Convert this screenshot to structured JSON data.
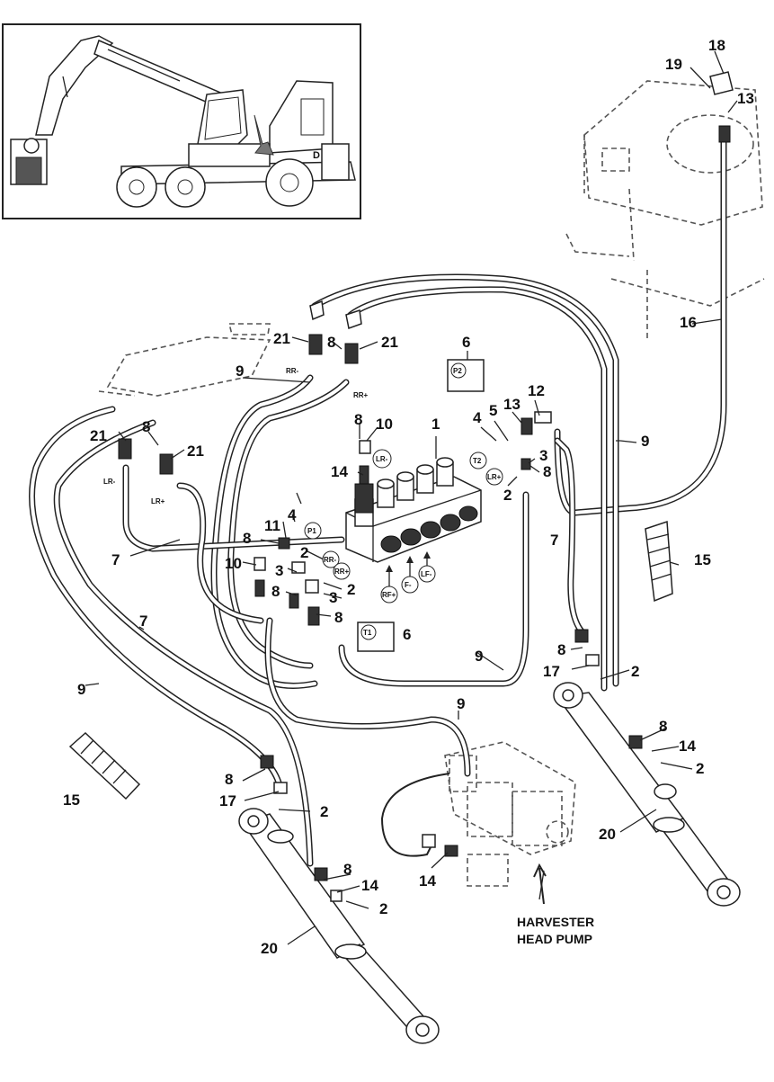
{
  "diagram": {
    "inset_letter": "D",
    "caption_line1": "HARVESTER",
    "caption_line2": "HEAD PUMP",
    "callouts": [
      {
        "id": "c-18",
        "text": "18"
      },
      {
        "id": "c-19",
        "text": "19"
      },
      {
        "id": "c-13a",
        "text": "13"
      },
      {
        "id": "c-16",
        "text": "16"
      },
      {
        "id": "c-21a",
        "text": "21"
      },
      {
        "id": "c-8a",
        "text": "8"
      },
      {
        "id": "c-21b",
        "text": "21"
      },
      {
        "id": "c-6a",
        "text": "6"
      },
      {
        "id": "c-9a",
        "text": "9"
      },
      {
        "id": "c-8b",
        "text": "8"
      },
      {
        "id": "c-10a",
        "text": "10"
      },
      {
        "id": "c-1",
        "text": "1"
      },
      {
        "id": "c-4a",
        "text": "4"
      },
      {
        "id": "c-5",
        "text": "5"
      },
      {
        "id": "c-13b",
        "text": "13"
      },
      {
        "id": "c-12",
        "text": "12"
      },
      {
        "id": "c-9b",
        "text": "9"
      },
      {
        "id": "c-21c",
        "text": "21"
      },
      {
        "id": "c-8c",
        "text": "8"
      },
      {
        "id": "c-21d",
        "text": "21"
      },
      {
        "id": "c-14a",
        "text": "14"
      },
      {
        "id": "c-3a",
        "text": "3"
      },
      {
        "id": "c-8d",
        "text": "8"
      },
      {
        "id": "c-2a",
        "text": "2"
      },
      {
        "id": "c-7a",
        "text": "7"
      },
      {
        "id": "c-15a",
        "text": "15"
      },
      {
        "id": "c-8e",
        "text": "8"
      },
      {
        "id": "c-11",
        "text": "11"
      },
      {
        "id": "c-4b",
        "text": "4"
      },
      {
        "id": "c-7b",
        "text": "7"
      },
      {
        "id": "c-2b",
        "text": "2"
      },
      {
        "id": "c-10b",
        "text": "10"
      },
      {
        "id": "c-3b",
        "text": "3"
      },
      {
        "id": "c-2c",
        "text": "2"
      },
      {
        "id": "c-8f",
        "text": "8"
      },
      {
        "id": "c-3c",
        "text": "3"
      },
      {
        "id": "c-8g",
        "text": "8"
      },
      {
        "id": "c-6b",
        "text": "6"
      },
      {
        "id": "c-7c",
        "text": "7"
      },
      {
        "id": "c-9c",
        "text": "9"
      },
      {
        "id": "c-9d",
        "text": "9"
      },
      {
        "id": "c-8h",
        "text": "8"
      },
      {
        "id": "c-17a",
        "text": "17"
      },
      {
        "id": "c-2d",
        "text": "2"
      },
      {
        "id": "c-9e",
        "text": "9"
      },
      {
        "id": "c-8i",
        "text": "8"
      },
      {
        "id": "c-14b",
        "text": "14"
      },
      {
        "id": "c-2e",
        "text": "2"
      },
      {
        "id": "c-20a",
        "text": "20"
      },
      {
        "id": "c-15b",
        "text": "15"
      },
      {
        "id": "c-8j",
        "text": "8"
      },
      {
        "id": "c-17b",
        "text": "17"
      },
      {
        "id": "c-2f",
        "text": "2"
      },
      {
        "id": "c-8k",
        "text": "8"
      },
      {
        "id": "c-14c",
        "text": "14"
      },
      {
        "id": "c-2g",
        "text": "2"
      },
      {
        "id": "c-14d",
        "text": "14"
      },
      {
        "id": "c-20b",
        "text": "20"
      }
    ],
    "port_tags": [
      {
        "id": "t-rr-minus",
        "text": "RR-"
      },
      {
        "id": "t-rr-plus",
        "text": "RR+"
      },
      {
        "id": "t-lr-minus",
        "text": "LR-"
      },
      {
        "id": "t-lr-plus",
        "text": "LR+"
      },
      {
        "id": "t-p2",
        "text": "P2"
      },
      {
        "id": "t-lr-minus-b",
        "text": "LR-"
      },
      {
        "id": "t-t2",
        "text": "T2"
      },
      {
        "id": "t-lr-plus-b",
        "text": "LR+"
      },
      {
        "id": "t-p1",
        "text": "P1"
      },
      {
        "id": "t-rr-minus-b",
        "text": "RR-"
      },
      {
        "id": "t-rr-plus-b",
        "text": "RR+"
      },
      {
        "id": "t-rf-plus",
        "text": "RF+"
      },
      {
        "id": "t-f-minus",
        "text": "F-"
      },
      {
        "id": "t-lf-minus",
        "text": "LF-"
      },
      {
        "id": "t-t1",
        "text": "T1"
      }
    ]
  }
}
